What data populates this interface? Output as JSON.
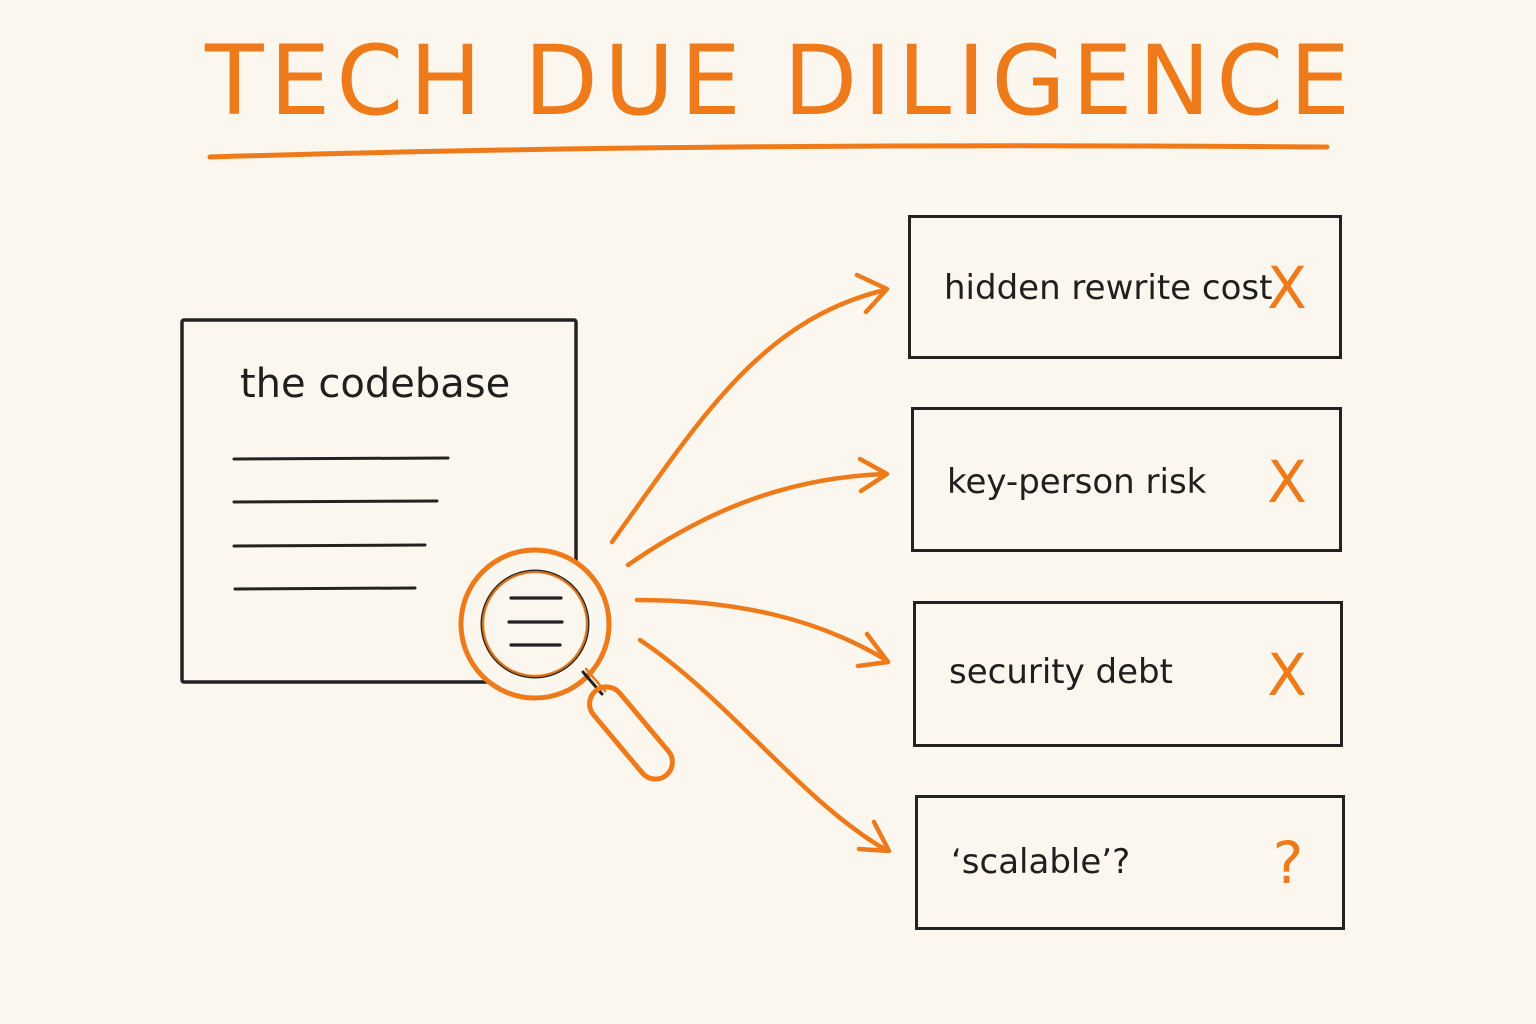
{
  "diagram": {
    "title": "TECH DUE DILIGENCE",
    "source": {
      "label": "the codebase"
    },
    "findings": [
      {
        "label": "hidden rewrite cost",
        "mark": "X",
        "mark_icon": "x-icon"
      },
      {
        "label": "key-person risk",
        "mark": "X",
        "mark_icon": "x-icon"
      },
      {
        "label": "security debt",
        "mark": "X",
        "mark_icon": "x-icon"
      },
      {
        "label": "‘scalable’?",
        "mark": "?",
        "mark_icon": "question-icon"
      }
    ],
    "colors": {
      "accent": "#ef7a1a",
      "ink": "#222222",
      "background": "#fcf7ee"
    }
  }
}
